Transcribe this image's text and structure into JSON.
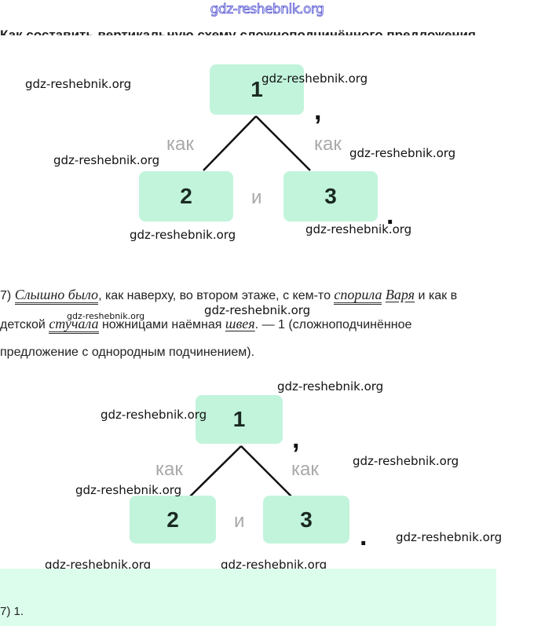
{
  "site_logo": "gdz-reshebnik.org",
  "heading": "Как составить вертикальную схему сложноподчинённого предложения",
  "watermark": "gdz-reshebnik.org",
  "scheme1": {
    "main_box": "1",
    "left_box": "2",
    "right_box": "3",
    "left_conjunction": "как",
    "right_conjunction": "как",
    "middle_conjunction": "и",
    "comma": ",",
    "period": "."
  },
  "sentence": {
    "number": "7)",
    "predicate1": "Слышно было",
    "part1": ", как наверху, во втором этаже, с кем-то ",
    "predicate2": "спорила",
    "subject2": "Варя",
    "part2": " и как в",
    "part3": "детской ",
    "predicate3": "стучала",
    "part4": " ножницами наёмная ",
    "subject3": "швея",
    "part5": ". — 1 (сложноподчинённое",
    "line3": "предложение с однородным подчинением)."
  },
  "scheme2": {
    "main_box": "1",
    "left_box": "2",
    "right_box": "3",
    "left_conjunction": "как",
    "right_conjunction": "как",
    "middle_conjunction": "и",
    "comma": ",",
    "period": "."
  },
  "answer": "7) 1.",
  "colors": {
    "box_fill": "#c2f4dc",
    "panel_fill": "#dcfdec",
    "conjunction": "#a9a9a9"
  }
}
